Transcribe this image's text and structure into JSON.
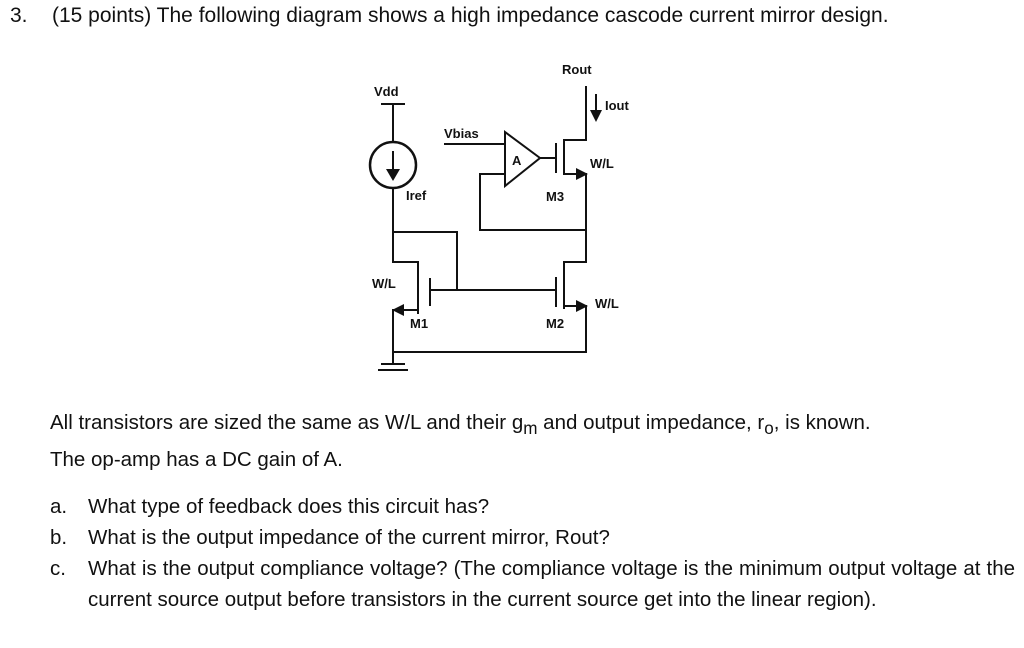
{
  "question": {
    "number": "3.",
    "header": "(15 points) The following diagram shows a high impedance cascode current mirror design."
  },
  "diagram": {
    "labels": {
      "vdd": "Vdd",
      "rout": "Rout",
      "iout": "Iout",
      "vbias": "Vbias",
      "amp": "A",
      "wl_m3": "W/L",
      "iref": "Iref",
      "m3": "M3",
      "wl_m1": "W/L",
      "wl_m2": "W/L",
      "m1": "M1",
      "m2": "M2"
    }
  },
  "body": {
    "line1_pre": "All transistors are sized the same as W/L and their g",
    "gm_sub": "m",
    "line1_mid": " and output impedance, r",
    "ro_sub": "o",
    "line1_post": ", is known.",
    "line2": "The op-amp has a DC gain of A."
  },
  "questions": [
    {
      "letter": "a.",
      "text": "What type of feedback does this circuit has?"
    },
    {
      "letter": "b.",
      "text": "What is the output impedance of the current mirror, Rout?"
    },
    {
      "letter": "c.",
      "text": "What is the output compliance voltage? (The compliance voltage is the minimum output voltage at the current source output before transistors in the current source get into the linear region)."
    }
  ]
}
